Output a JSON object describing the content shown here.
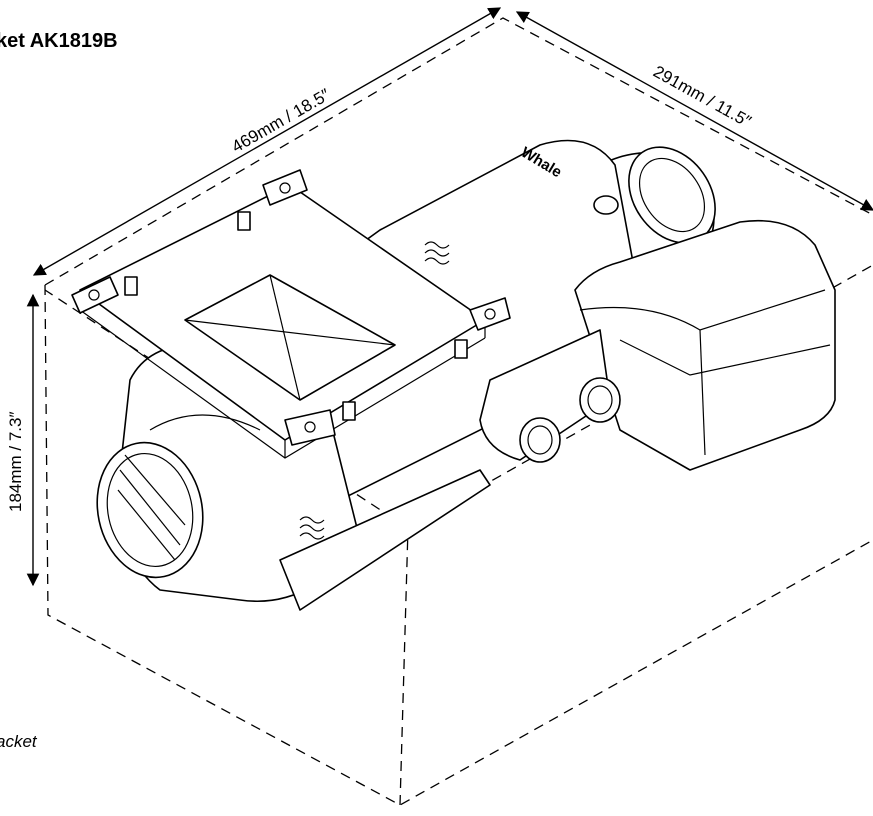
{
  "diagram": {
    "title": "ket AK1819B",
    "caption": "acket",
    "brand_text": "Whale",
    "dimensions": {
      "length": "469mm / 18.5″",
      "width": "291mm / 11.5″",
      "height": "184mm / 7.3″"
    },
    "colors": {
      "line": "#000000",
      "background": "#ffffff"
    }
  }
}
